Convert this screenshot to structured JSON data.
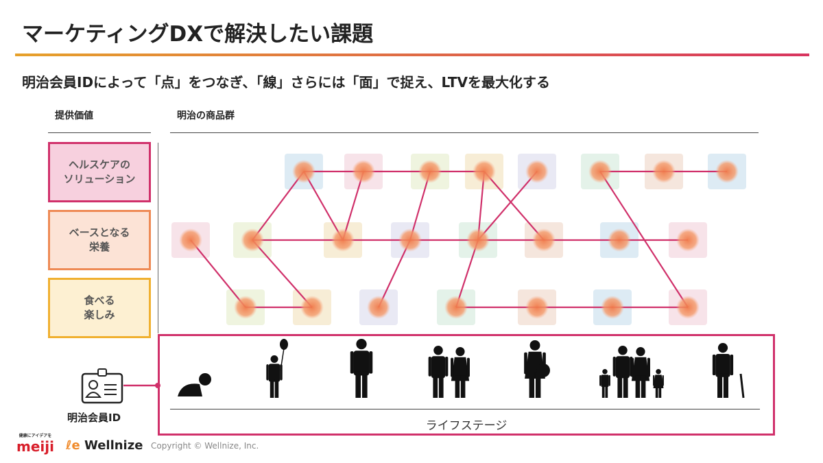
{
  "title": "マーケティングDXで解決したい課題",
  "subtitle": "明治会員IDによって「点」をつなぎ、「線」さらには「面」で捉え、LTVを最大化する",
  "headers": {
    "value": "提供価値",
    "products": "明治の商品群"
  },
  "values": [
    {
      "line1": "ヘルスケアの",
      "line2": "ソリューション",
      "border": "#d0306a",
      "bg": "#f7d0de"
    },
    {
      "line1": "ベースとなる",
      "line2": "栄養",
      "border": "#ee8a55",
      "bg": "#fce3d6"
    },
    {
      "line1": "食べる",
      "line2": "楽しみ",
      "border": "#f0b030",
      "bg": "#fdf0d2"
    }
  ],
  "member_id_label": "明治会員ID",
  "life_stage_label": "ライフステージ",
  "life_stages": [
    "baby",
    "child-with-balloon",
    "adult-man",
    "couple",
    "pregnant-woman",
    "family",
    "elderly-with-cane"
  ],
  "footer": {
    "meiji_tagline": "健康にアイデアを",
    "meiji": "meiji",
    "wellnize": "Wellnize",
    "copyright": "Copyright © Wellnize, Inc."
  },
  "colors": {
    "accent": "#d0306a",
    "node": "#f08050"
  }
}
